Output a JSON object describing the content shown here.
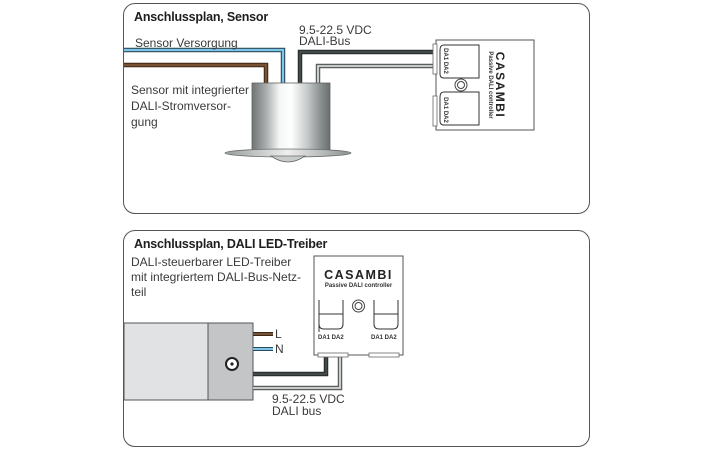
{
  "panels": {
    "sensor": {
      "title": "Anschlussplan, Sensor",
      "label_supply": "Sensor Versorgung",
      "label_sensor_line1": "Sensor mit integrierter",
      "label_sensor_line2": "DALI-Stromversor-",
      "label_sensor_line3": "gung",
      "label_voltage": "9.5-22.5 VDC",
      "label_bus": "DALI-Bus"
    },
    "driver": {
      "title": "Anschlussplan, DALI LED-Treiber",
      "label_driver_line1": "DALI-steuerbarer LED-Treiber",
      "label_driver_line2": "mit integriertem DALI-Bus-Netz-",
      "label_driver_line3": "teil",
      "label_L": "L",
      "label_N": "N",
      "label_voltage": "9.5-22.5 VDC",
      "label_bus": "DALI bus"
    }
  },
  "controller": {
    "brand": "CASAMBI",
    "subtitle": "Passive DALI controller",
    "port_label": "DA1 DA2"
  },
  "wire_colors": {
    "brown": "#6b4a2e",
    "blue": "#4aa3d6",
    "dark": "#2e3a3a",
    "grey": "#8a8a8a"
  }
}
